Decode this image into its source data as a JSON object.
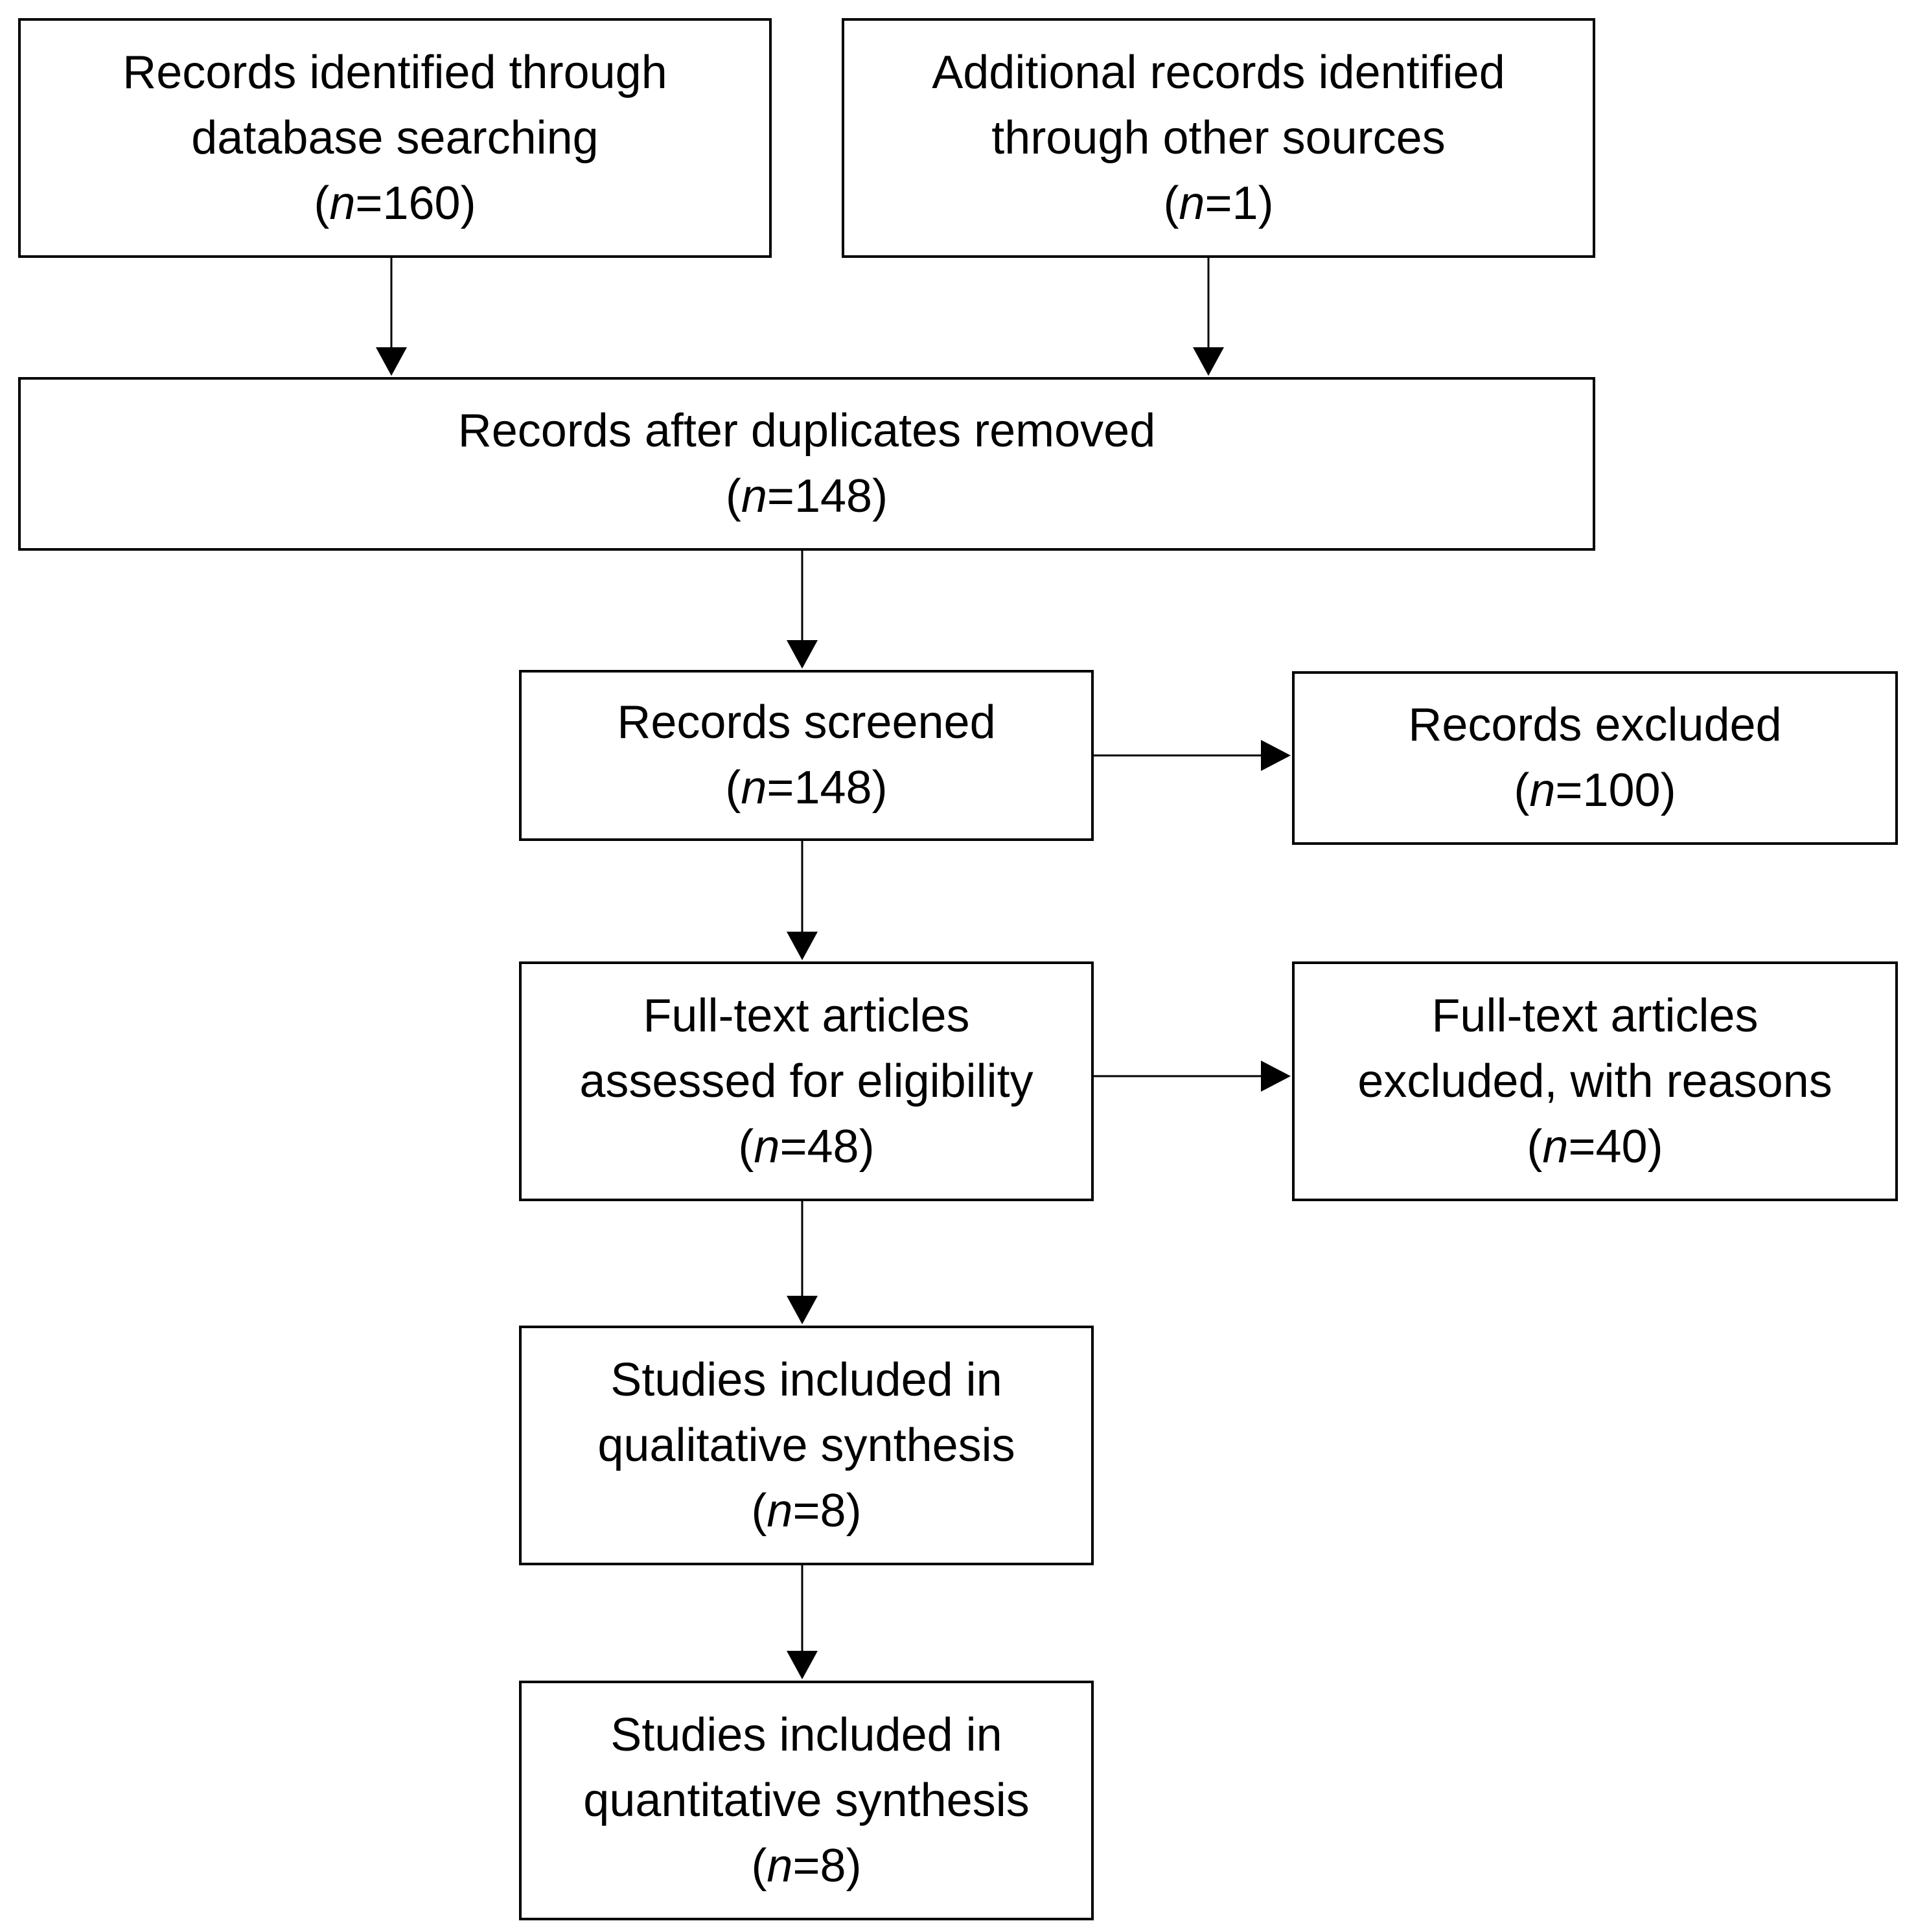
{
  "boxes": {
    "database": {
      "lines": [
        "Records identified through",
        "database searching"
      ],
      "n": "160"
    },
    "other_sources": {
      "lines": [
        "Additional records identified",
        "through other sources"
      ],
      "n": "1"
    },
    "after_duplicates": {
      "lines": [
        "Records after duplicates removed"
      ],
      "n": "148"
    },
    "screened": {
      "lines": [
        "Records screened"
      ],
      "n": "148"
    },
    "excluded": {
      "lines": [
        "Records excluded"
      ],
      "n": "100"
    },
    "fulltext_assessed": {
      "lines": [
        "Full-text articles",
        "assessed for eligibility"
      ],
      "n": "48"
    },
    "fulltext_excluded": {
      "lines": [
        "Full-text articles",
        "excluded, with reasons"
      ],
      "n": "40"
    },
    "qualitative": {
      "lines": [
        "Studies included in",
        "qualitative synthesis"
      ],
      "n": "8"
    },
    "quantitative": {
      "lines": [
        "Studies included in",
        "quantitative synthesis"
      ],
      "n": "8"
    }
  },
  "count_prefix": "(",
  "count_var": "n",
  "count_eq": "=",
  "count_suffix": ")"
}
